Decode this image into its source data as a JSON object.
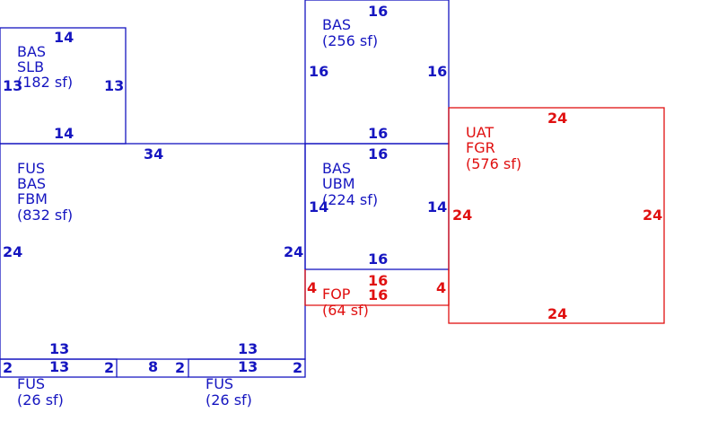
{
  "colors": {
    "living": "#1515c0",
    "other": "#e01010"
  },
  "areas": {
    "slab": {
      "lines": [
        "BAS",
        "SLB",
        "(182 sf)"
      ],
      "dims": [
        "14",
        "13",
        "13",
        "14"
      ]
    },
    "basement_top": {
      "lines": [
        "BAS",
        "(256 sf)"
      ],
      "dims": [
        "16",
        "16",
        "16",
        "16"
      ]
    },
    "main": {
      "lines": [
        "FUS",
        "BAS",
        "FBM",
        "(832 sf)"
      ],
      "dims": [
        "34",
        "24",
        "24",
        "8"
      ]
    },
    "ubm": {
      "lines": [
        "BAS",
        "UBM",
        "(224 sf)"
      ],
      "dims": [
        "16",
        "14",
        "14",
        "16"
      ]
    },
    "garage": {
      "lines": [
        "UAT",
        "FGR",
        "(576 sf)"
      ],
      "dims": [
        "24",
        "24",
        "24",
        "24"
      ]
    },
    "porch": {
      "lines": [
        "FOP",
        "(64 sf)"
      ],
      "dims": [
        "16",
        "16",
        "4",
        "4"
      ]
    },
    "bay_left": {
      "lines": [
        "FUS",
        "(26 sf)"
      ],
      "dims": [
        "13",
        "13",
        "2",
        "2"
      ]
    },
    "bay_right": {
      "lines": [
        "FUS",
        "(26 sf)"
      ],
      "dims": [
        "13",
        "13",
        "2",
        "2"
      ]
    }
  }
}
